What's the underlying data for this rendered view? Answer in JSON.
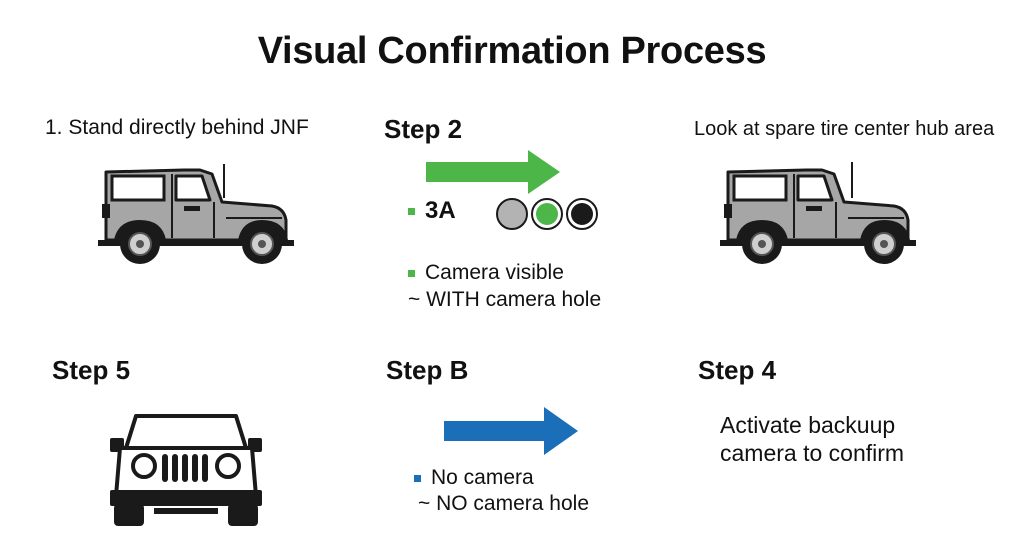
{
  "title": "Visual Confirmation Process",
  "colors": {
    "green": "#4cb648",
    "blue": "#1a6fb8",
    "text": "#111111",
    "body_gray": "#a6a6a6",
    "dark": "#1a1a1a"
  },
  "panels": {
    "top_left": {
      "caption": "1. Stand directly behind JNF"
    },
    "top_middle": {
      "heading": "Step 2",
      "code": "3A",
      "indicators": [
        "gray",
        "green",
        "black"
      ],
      "lines": [
        "Camera visible",
        "~ WITH camera hole"
      ]
    },
    "top_right": {
      "caption": "Look at spare tire center hub area"
    },
    "bottom_left": {
      "heading": "Step 5"
    },
    "bottom_middle": {
      "heading": "Step B",
      "lines": [
        "No camera",
        "~ NO camera hole"
      ]
    },
    "bottom_right": {
      "heading": "Step 4",
      "body_line1": "Activate backuup",
      "body_line2": "camera to confirm"
    }
  }
}
